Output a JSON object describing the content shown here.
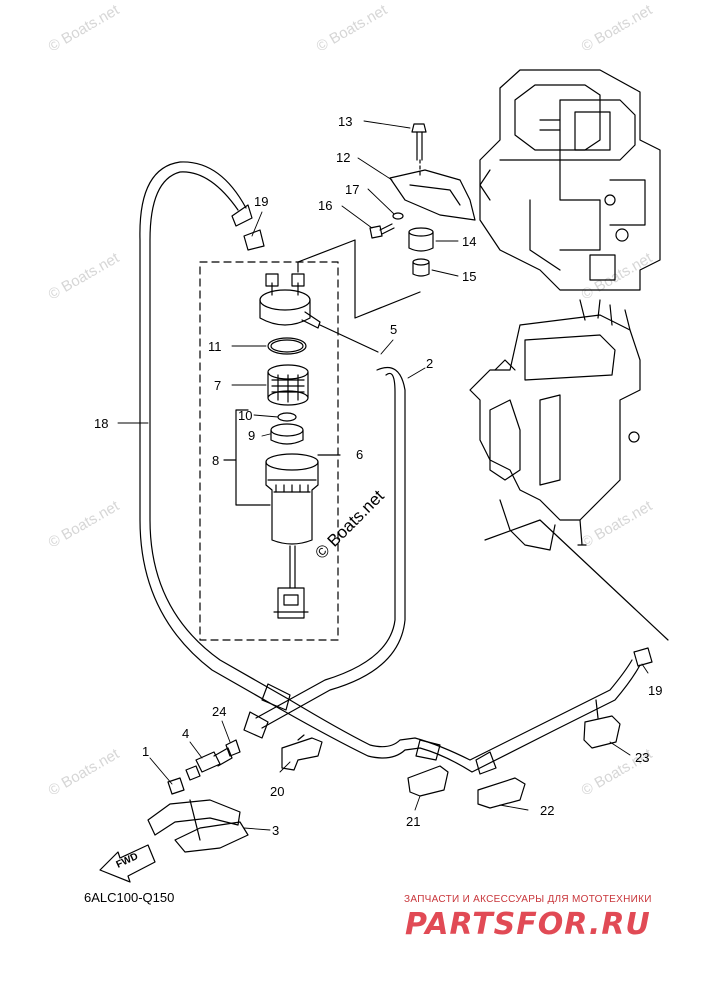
{
  "callouts": [
    "13",
    "12",
    "17",
    "16",
    "19",
    "14",
    "15",
    "5",
    "2",
    "11",
    "7",
    "10",
    "9",
    "8",
    "6",
    "18",
    "19",
    "24",
    "4",
    "1",
    "20",
    "3",
    "21",
    "22",
    "23"
  ],
  "watermark": "© Boats.net",
  "fwd_label": "FWD",
  "diagram_code": "6ALC100-Q150",
  "footer": {
    "tagline": "ЗАПЧАСТИ И АКСЕССУАРЫ ДЛЯ МОТОТЕХНИКИ",
    "brand": "PARTSFOR.RU"
  },
  "colors": {
    "line": "#000000",
    "watermark": "#d6d6d6",
    "brand": "#e14a55"
  }
}
